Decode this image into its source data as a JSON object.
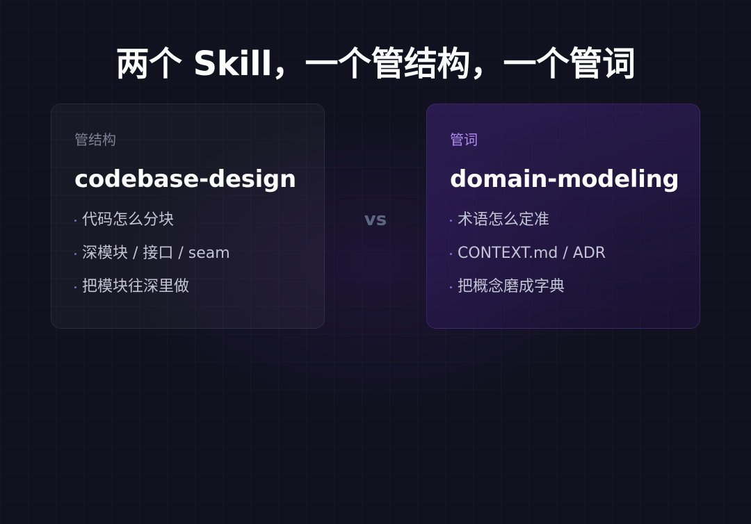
{
  "title": "两个 Skill，一个管结构，一个管词",
  "separator": "vs",
  "cards": [
    {
      "tag": "管结构",
      "name": "codebase-design",
      "items": [
        "代码怎么分块",
        "深模块 / 接口 / seam",
        "把模块往深里做"
      ]
    },
    {
      "tag": "管词",
      "name": "domain-modeling",
      "items": [
        "术语怎么定准",
        "CONTEXT.md / ADR",
        "把概念磨成字典"
      ]
    }
  ],
  "colors": {
    "background": "#11111f",
    "left_tag": "#7d8196",
    "right_tag": "#b28cf5",
    "item_text": "#c2c5d4",
    "separator": "#5e6683"
  }
}
